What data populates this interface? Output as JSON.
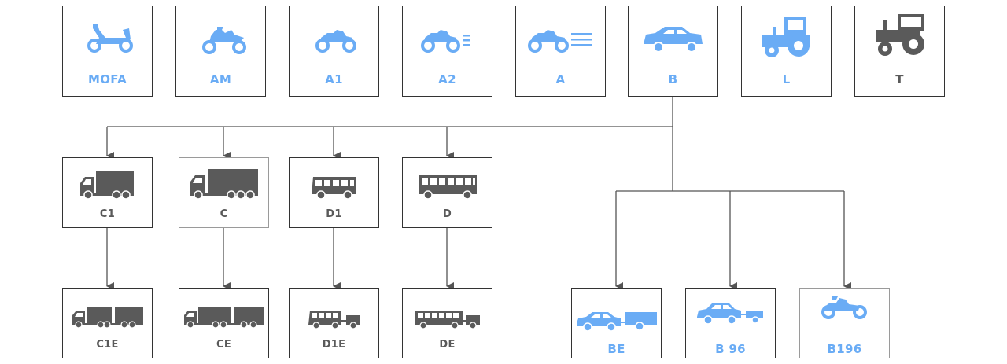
{
  "colors": {
    "accent": "#6aacf5",
    "dark": "#5a5a5a",
    "line": "#555555"
  },
  "licences": {
    "mofa": {
      "label": "MOFA",
      "icon": "moped-icon"
    },
    "am": {
      "label": "AM",
      "icon": "scooter-motorcycle-icon"
    },
    "a1": {
      "label": "A1",
      "icon": "light-motorcycle-icon"
    },
    "a2": {
      "label": "A2",
      "icon": "medium-motorcycle-icon"
    },
    "a": {
      "label": "A",
      "icon": "motorcycle-icon"
    },
    "b": {
      "label": "B",
      "icon": "car-icon"
    },
    "l": {
      "label": "L",
      "icon": "tractor-icon"
    },
    "t": {
      "label": "T",
      "icon": "tractor-icon"
    },
    "c1": {
      "label": "C1",
      "icon": "light-truck-icon"
    },
    "c": {
      "label": "C",
      "icon": "truck-icon"
    },
    "d1": {
      "label": "D1",
      "icon": "minibus-icon"
    },
    "d": {
      "label": "D",
      "icon": "bus-icon"
    },
    "c1e": {
      "label": "C1E",
      "icon": "truck-trailer-icon"
    },
    "ce": {
      "label": "CE",
      "icon": "truck-trailer-icon"
    },
    "d1e": {
      "label": "D1E",
      "icon": "minibus-trailer-icon"
    },
    "de": {
      "label": "DE",
      "icon": "bus-trailer-icon"
    },
    "be": {
      "label": "BE",
      "icon": "car-trailer-icon"
    },
    "b96": {
      "label": "B 96",
      "icon": "car-trailer-icon"
    },
    "b196": {
      "label": "B196",
      "icon": "motorcycle-icon"
    }
  }
}
